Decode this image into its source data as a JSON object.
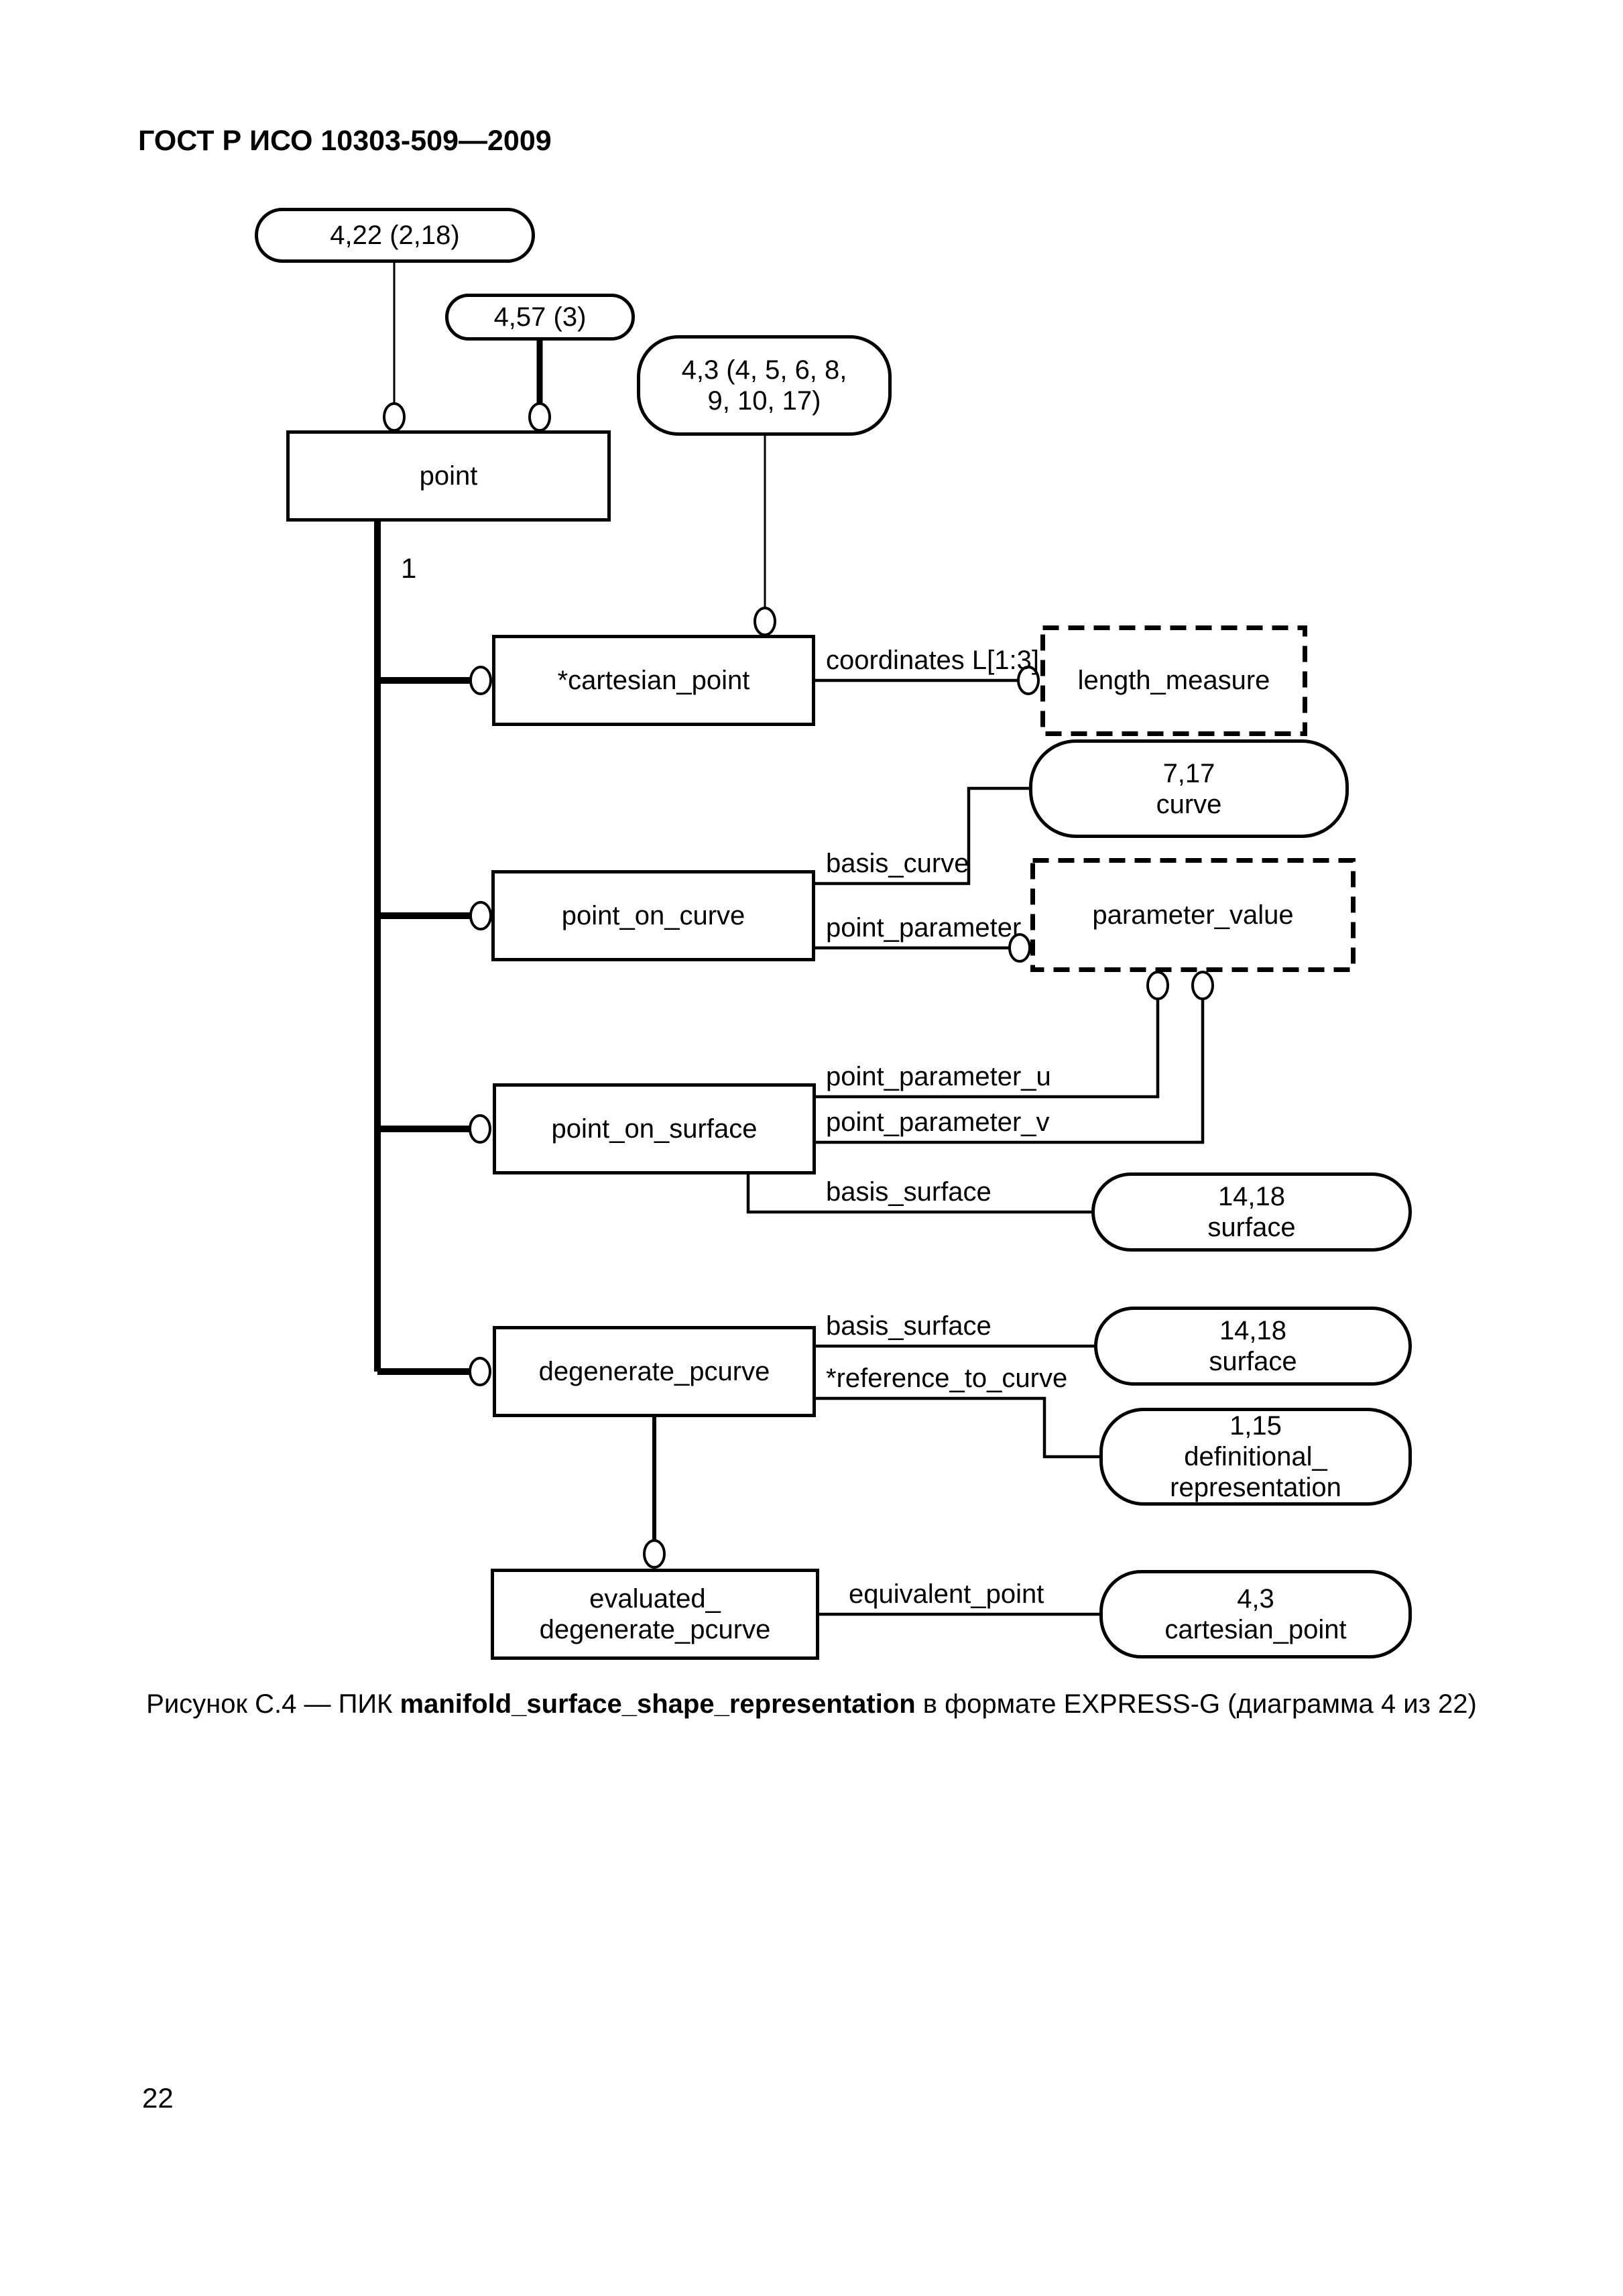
{
  "page": {
    "header": "ГОСТ Р ИСО 10303-509—2009",
    "page_number": "22",
    "caption": {
      "prefix": "Рисунок С.4 — ПИК ",
      "schema_name": "manifold_surface_shape_representation",
      "suffix": " в формате EXPRESS-G (диаграмма 4 из 22)"
    },
    "colors": {
      "ink": "#000000",
      "paper": "#ffffff"
    }
  },
  "diagram": {
    "notation": "EXPRESS-G",
    "cardinality_label": "1",
    "entities": {
      "point": {
        "label": "point"
      },
      "cartesian_point": {
        "label": "*cartesian_point"
      },
      "point_on_curve": {
        "label": "point_on_curve"
      },
      "point_on_surface": {
        "label": "point_on_surface"
      },
      "degenerate_pcurve": {
        "label": "degenerate_pcurve"
      },
      "evaluated_degenerate_pcurve": {
        "lines": [
          "evaluated_",
          "degenerate_pcurve"
        ]
      }
    },
    "defined_types": {
      "length_measure": {
        "label": "length_measure"
      },
      "parameter_value": {
        "label": "parameter_value"
      }
    },
    "page_refs": {
      "ref_4_22": {
        "lines": [
          "4,22 (2,18)"
        ]
      },
      "ref_4_57": {
        "lines": [
          "4,57 (3)"
        ]
      },
      "ref_4_3": {
        "lines": [
          "4,3 (4, 5, 6, 8,",
          "9, 10, 17)"
        ]
      },
      "ref_curve": {
        "lines": [
          "7,17",
          "curve"
        ]
      },
      "ref_surface_a": {
        "lines": [
          "14,18",
          "surface"
        ]
      },
      "ref_surface_b": {
        "lines": [
          "14,18",
          "surface"
        ]
      },
      "ref_definitional_representation": {
        "lines": [
          "1,15",
          "definitional_",
          "representation"
        ]
      },
      "ref_cartesian_point": {
        "lines": [
          "4,3",
          "cartesian_point"
        ]
      }
    },
    "attributes": {
      "coordinates": "coordinates L[1:3]",
      "basis_curve": "basis_curve",
      "point_parameter": "point_parameter",
      "point_parameter_u": "point_parameter_u",
      "point_parameter_v": "point_parameter_v",
      "basis_surface_1": "basis_surface",
      "basis_surface_2": "basis_surface",
      "reference_to_curve": "*reference_to_curve",
      "equivalent_point": "equivalent_point"
    }
  }
}
